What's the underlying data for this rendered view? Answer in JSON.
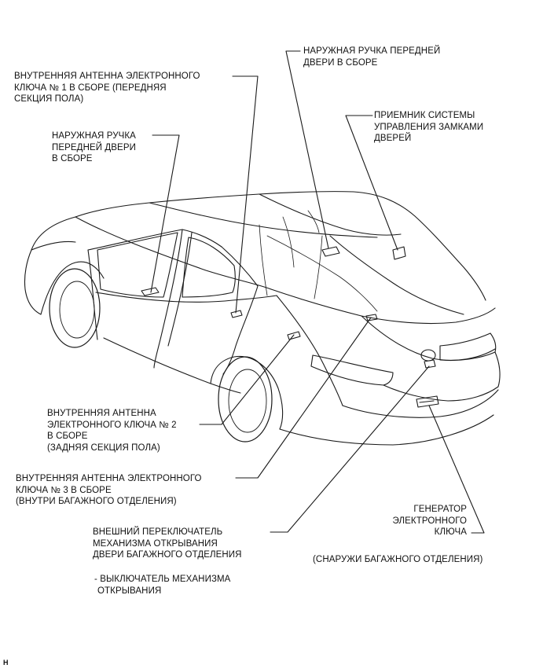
{
  "labels": {
    "antenna1": [
      "ВНУТРЕННЯЯ АНТЕННА ЭЛЕКТРОННОГО",
      "КЛЮЧА № 1 В СБОРЕ (ПЕРЕДНЯЯ",
      "СЕКЦИЯ ПОЛА)"
    ],
    "handle_left": [
      "НАРУЖНАЯ РУЧКА",
      "ПЕРЕДНЕЙ ДВЕРИ",
      "В СБОРЕ"
    ],
    "handle_top": [
      "НАРУЖНАЯ РУЧКА ПЕРЕДНЕЙ",
      "ДВЕРИ В СБОРЕ"
    ],
    "receiver": [
      "ПРИЕМНИК СИСТЕМЫ",
      "УПРАВЛЕНИЯ ЗАМКАМИ",
      "ДВЕРЕЙ"
    ],
    "antenna2": [
      "ВНУТРЕННЯЯ АНТЕННА",
      "ЭЛЕКТРОННОГО КЛЮЧА № 2",
      "В СБОРЕ",
      "(ЗАДНЯЯ СЕКЦИЯ ПОЛА)"
    ],
    "antenna3": [
      "ВНУТРЕННЯЯ АНТЕННА ЭЛЕКТРОННОГО",
      "КЛЮЧА № 3 В СБОРЕ",
      "(ВНУТРИ БАГАЖНОГО ОТДЕЛЕНИЯ)"
    ],
    "trunk_switch": [
      "ВНЕШНИЙ ПЕРЕКЛЮЧАТЕЛЬ",
      "МЕХАНИЗМА ОТКРЫВАНИЯ",
      "ДВЕРИ БАГАЖНОГО ОТДЕЛЕНИЯ"
    ],
    "switch_note": [
      "- ВЫКЛЮЧАТЕЛЬ МЕХАНИЗМА",
      "ОТКРЫВАНИЯ"
    ],
    "generator": [
      "ГЕНЕРАТОР",
      "ЭЛЕКТРОННОГО",
      "КЛЮЧА"
    ],
    "generator_note": [
      "(СНАРУЖИ БАГАЖНОГО ОТДЕЛЕНИЯ)"
    ]
  },
  "figure_code": "H",
  "colors": {
    "line": "#1a1a1a",
    "text": "#111111"
  }
}
